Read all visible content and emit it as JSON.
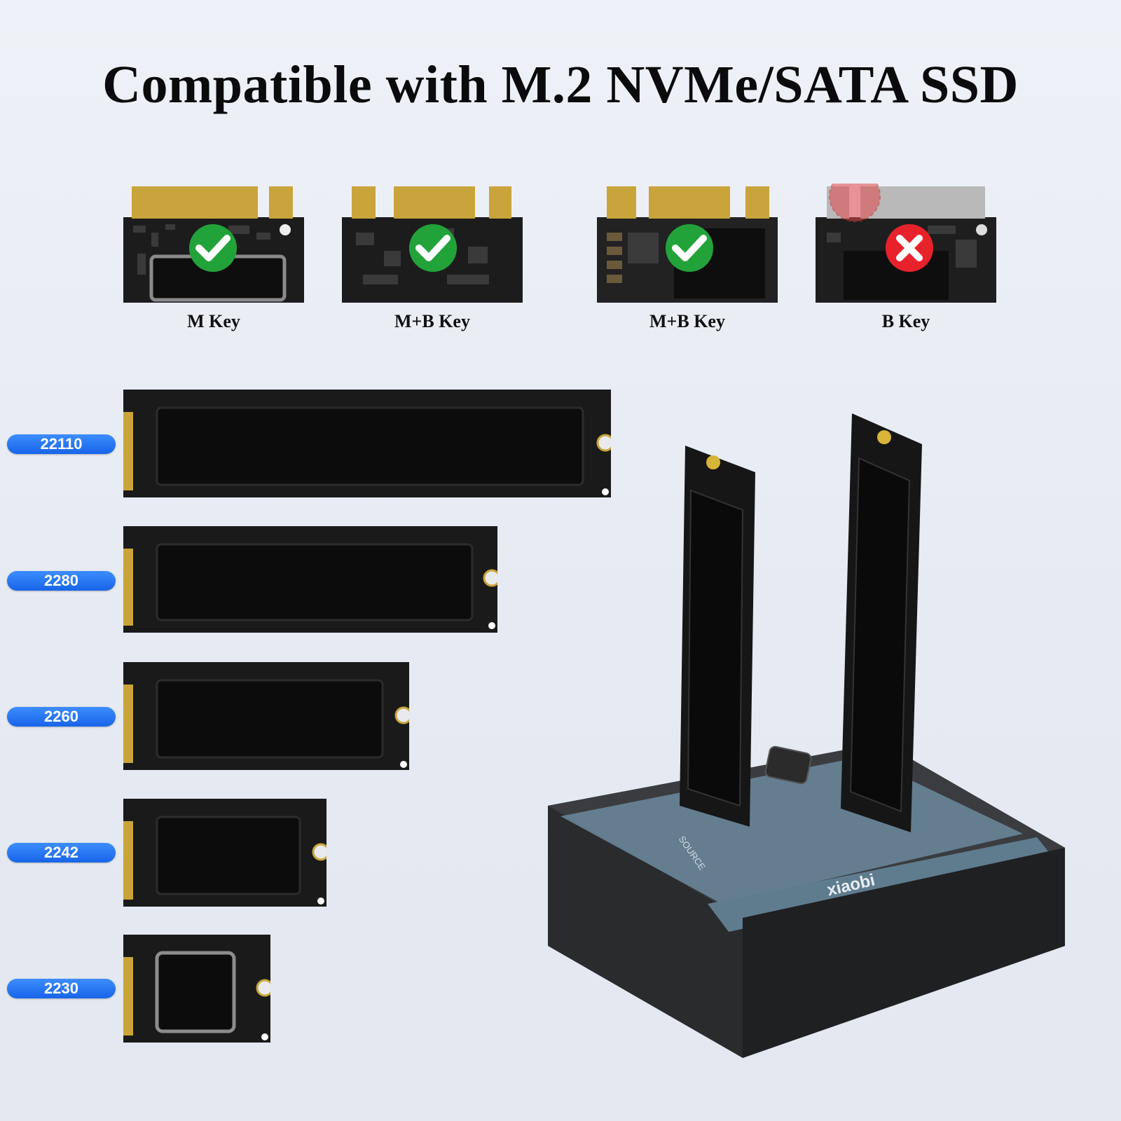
{
  "title": "Compatible with M.2 NVMe/SATA SSD",
  "key_types": [
    {
      "label": "M Key",
      "supported": true
    },
    {
      "label": "M+B Key",
      "supported": true
    },
    {
      "label": "M+B Key",
      "supported": true
    },
    {
      "label": "B Key",
      "supported": false
    }
  ],
  "sizes": [
    "22110",
    "2280",
    "2260",
    "2242",
    "2230"
  ],
  "dock": {
    "brand": "xiaobi",
    "port_label": "SOURCE"
  },
  "colors": {
    "check": "#22a33a",
    "cross": "#e8222b",
    "badge": "#1f6ff0",
    "pcb": "#1a1a1a",
    "gold": "#c9a43a"
  }
}
